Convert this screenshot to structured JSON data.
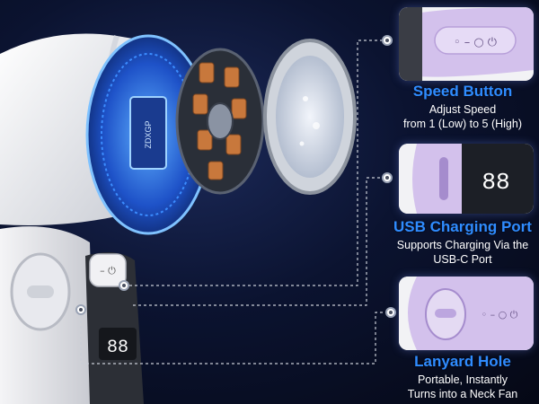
{
  "features": [
    {
      "title": "Speed Button",
      "desc_line1": "Adjust Speed",
      "desc_line2": "from 1 (Low) to 5 (High)"
    },
    {
      "title": "USB Charging Port",
      "desc_line1": "Supports Charging Via the",
      "desc_line2": "USB-C Port"
    },
    {
      "title": "Lanyard Hole",
      "desc_line1": "Portable, Instantly",
      "desc_line2": "Turns into a Neck Fan"
    }
  ],
  "chip_label": "ZDXGP",
  "display_digits": "88",
  "icons": [
    "speed-button-icon",
    "usb-port-icon",
    "lanyard-hole-icon",
    "callout-dot-icon"
  ],
  "colors": {
    "accent": "#2f8cff",
    "background": "#0b1330",
    "lavender": "#c9b6e6",
    "motor_blue": "#2f7dff",
    "copper": "#c8783c"
  }
}
